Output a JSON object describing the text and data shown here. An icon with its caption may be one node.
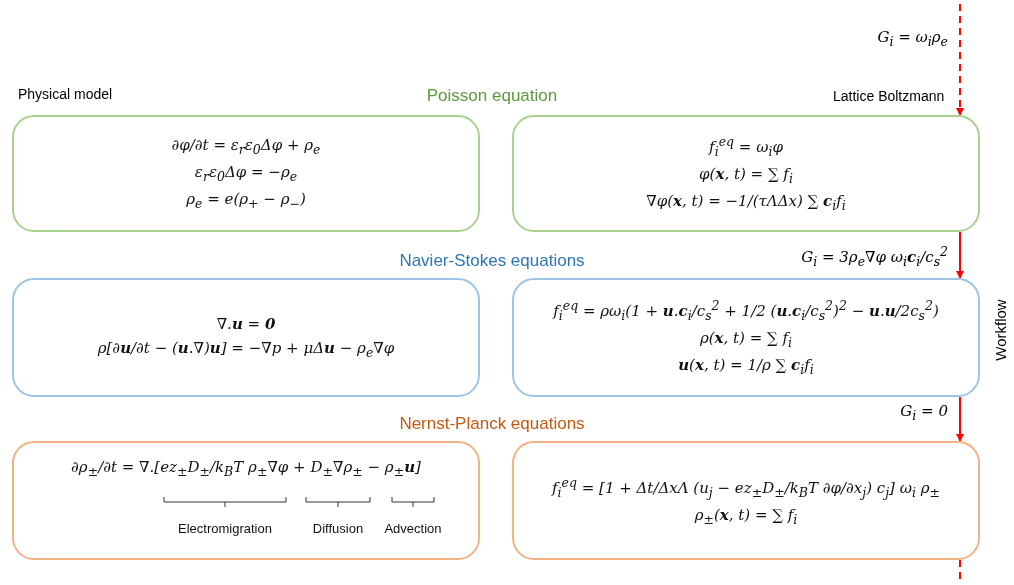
{
  "diagram": {
    "nodes": [
      {
        "text": [
          "∂φ/∂t = ε$_{r}$ε$_{0}$Δφ + ρ$_{e}$",
          "ε$_{r}$ε$_{0}$Δφ = −ρ$_{e}$",
          "ρ$_{e}$ = e(ρ$_{+}$ − ρ$_{−}$)"
        ]
      },
      {
        "text": [
          "f$_{i}$$^{eq}$ = ω$_{i}$φ",
          "φ(**x**, t) = ∑ f$_{i}$",
          "∇φ(**x**, t) = −1/(τΛΔx) ∑ **c**$_{i}$f$_{i}$"
        ]
      },
      {
        "text": [
          "∇.**u** = **0**",
          "ρ[∂**u**/∂t − (**u**.∇)**u**] = −∇p + μΔ**u** − ρ$_{e}$∇φ"
        ]
      },
      {
        "text": [
          "f$_{i}$$^{eq}$ = ρω$_{i}$(1 + **u**.**c**$_{i}$/c$_{s}$$^{2}$ + 1/2 (**u**.**c**$_{i}$/c$_{s}$$^{2}$)$^{2}$ − **u**.**u**/2c$_{s}$$^{2}$)",
          "ρ(**x**, t) = ∑ f$_{i}$",
          "**u**(**x**, t) = 1/ρ ∑ **c**$_{i}$f$_{i}$"
        ]
      },
      {
        "text": [
          "∂ρ$_{±}$/∂t = ∇.[ez$_{±}$D$_{±}$/k$_{B}$T ρ$_{±}$∇φ + D$_{±}$∇ρ$_{±}$ − ρ$_{±}$**u**]",
          "Electromigration",
          "Diffusion",
          "Advection"
        ]
      },
      {
        "text": [
          "f$_{i}$$^{eq}$ = [1 + Δt/ΔxΛ (u$_{j}$ − ez$_{±}$D$_{±}$/k$_{B}$T ∂φ/∂x$_{j}$) c$_{j}$] ω$_{i}$ ρ$_{±}$",
          "ρ$_{±}$(**x**, t) = ∑ f$_{i}$"
        ]
      }
    ],
    "edges": [
      {
        "from": null,
        "to": 1,
        "arrow": "to",
        "label": "G$_{i}$ = ω$_{i}$ρ$_{e}$",
        "style": "dashed",
        "color": "#ff0000"
      },
      {
        "from": 1,
        "to": 3,
        "arrow": "to",
        "label": "G$_{i}$ = 3ρ$_{e}$∇φ ω$_{i}$**c**$_{i}$/c$_{s}$$^{2}$",
        "color": "#ff0000"
      },
      {
        "from": 3,
        "to": 5,
        "arrow": "to",
        "label": "G$_{i}$ = 0",
        "color": "#ff0000"
      },
      {
        "from": 5,
        "to": null,
        "arrow": "none",
        "style": "dashed",
        "color": "#ff0000"
      }
    ],
    "labels": [
      "Physical model",
      "Poisson equation",
      "Lattice Boltzmann",
      "Navier-Stokes equations",
      "Nernst-Planck equations",
      "Workflow"
    ]
  }
}
